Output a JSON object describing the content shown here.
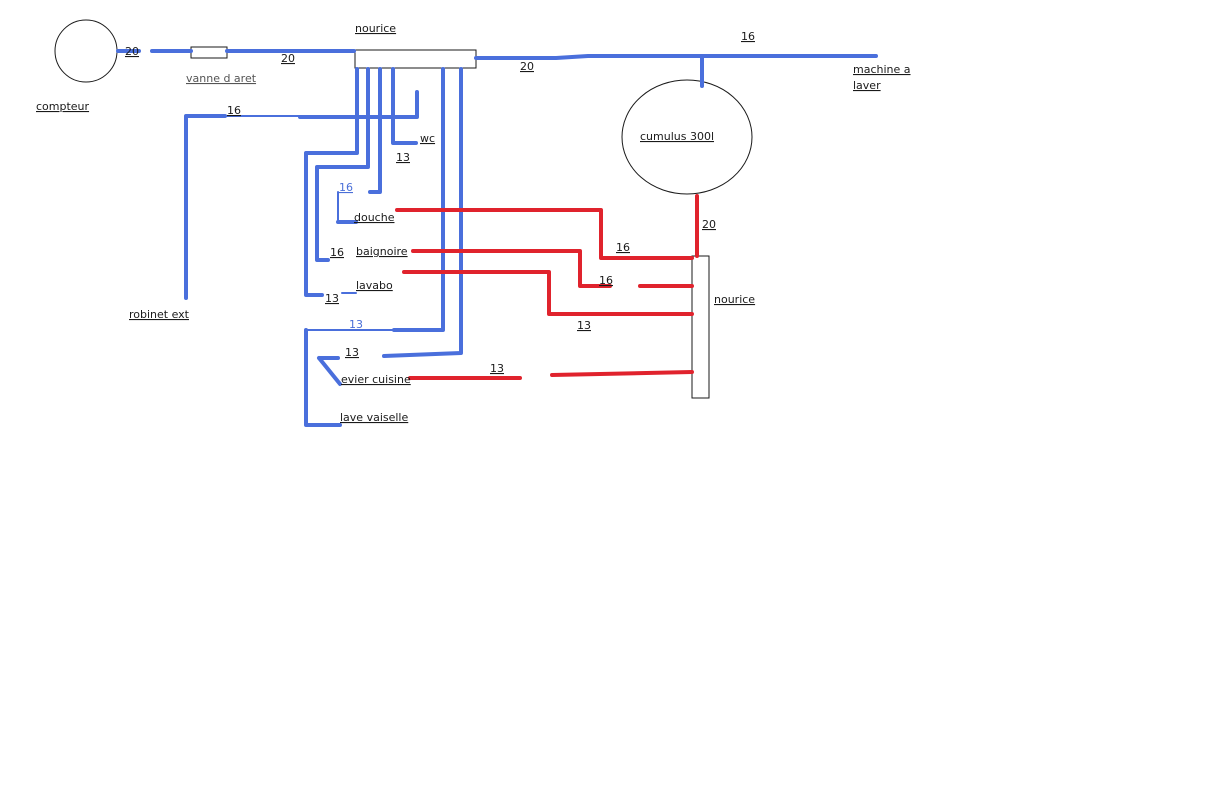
{
  "colors": {
    "cold_pipe": "#4a6fdc",
    "hot_pipe": "#e0232d",
    "outline": "#1a1a1a",
    "background": "#ffffff"
  },
  "labels": {
    "compteur": "compteur",
    "vanne": "vanne d aret",
    "nourice_top": "nourice",
    "machine_line1": "machine a",
    "machine_line2": "laver",
    "cumulus": "cumulus 300l",
    "nourice_hot": "nourice",
    "robinet": "robinet ext",
    "wc": "wc",
    "douche": "douche",
    "baignoire": "baignoire",
    "lavabo": "lavabo",
    "evier": "evier cuisine",
    "lave_vaisselle": "lave vaiselle"
  },
  "sizes": {
    "compteur_out": "20",
    "after_vanne": "20",
    "nourice_out": "20",
    "machine": "16",
    "robinet": "16",
    "wc": "13",
    "douche_cold": "16",
    "baignoire_cold": "16",
    "lavabo_cold": "13",
    "lave_vaisselle": "13",
    "evier_cold": "13",
    "cumulus_out": "20",
    "douche_hot": "16",
    "baignoire_hot": "16",
    "lavabo_hot": "13",
    "evier_hot": "13"
  }
}
